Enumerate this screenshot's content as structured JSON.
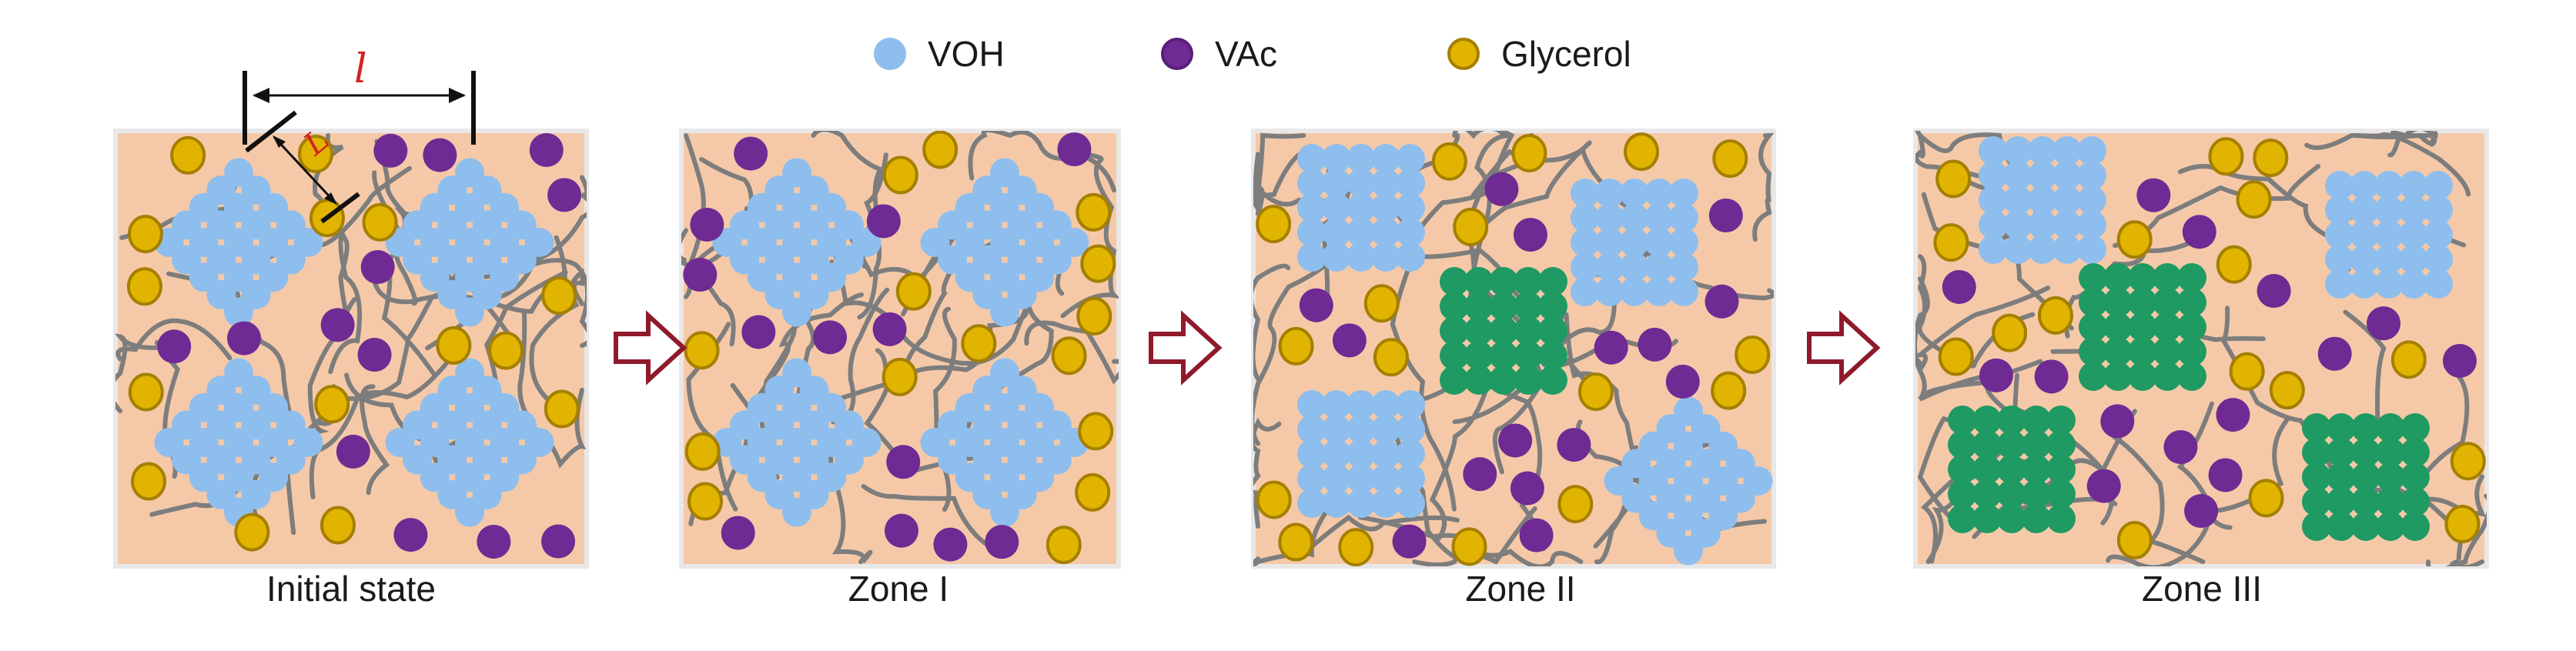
{
  "legend": [
    {
      "name": "VOH",
      "color": "#8ebeed",
      "border": "#8ebeed"
    },
    {
      "name": "VAc",
      "color": "#6f2a94",
      "border": "#5a1f7a"
    },
    {
      "name": "Glycerol",
      "color": "#e0b400",
      "border": "#a57f00"
    }
  ],
  "panels": [
    {
      "label": "Initial state",
      "clusters": [
        {
          "type": "VOH",
          "rotated": true
        },
        {
          "type": "VOH",
          "rotated": true
        },
        {
          "type": "VOH",
          "rotated": true
        },
        {
          "type": "VOH",
          "rotated": true
        }
      ]
    },
    {
      "label": "Zone I",
      "clusters": [
        {
          "type": "VOH",
          "rotated": true
        },
        {
          "type": "VOH",
          "rotated": true
        },
        {
          "type": "VOH",
          "rotated": true
        },
        {
          "type": "VOH",
          "rotated": true
        }
      ]
    },
    {
      "label": "Zone II",
      "clusters": [
        {
          "type": "VOH",
          "rotated": false
        },
        {
          "type": "VOH",
          "rotated": false
        },
        {
          "type": "crystal",
          "rotated": false
        },
        {
          "type": "VOH",
          "rotated": false
        },
        {
          "type": "VOH",
          "rotated": true
        }
      ]
    },
    {
      "label": "Zone III",
      "clusters": [
        {
          "type": "VOH",
          "rotated": false
        },
        {
          "type": "VOH",
          "rotated": false
        },
        {
          "type": "crystal",
          "rotated": false
        },
        {
          "type": "crystal",
          "rotated": false
        },
        {
          "type": "crystal",
          "rotated": false
        }
      ]
    }
  ],
  "colors": {
    "matrix": "#f5c9a8",
    "matrix_border": "#e8e8e8",
    "chain": "#7d7d7d",
    "crystal": "#1e9a62",
    "arrow": "#8e1a2b",
    "dimension": "#d62020"
  },
  "dimension_labels": {
    "long_period": "l",
    "lamella": "L"
  }
}
